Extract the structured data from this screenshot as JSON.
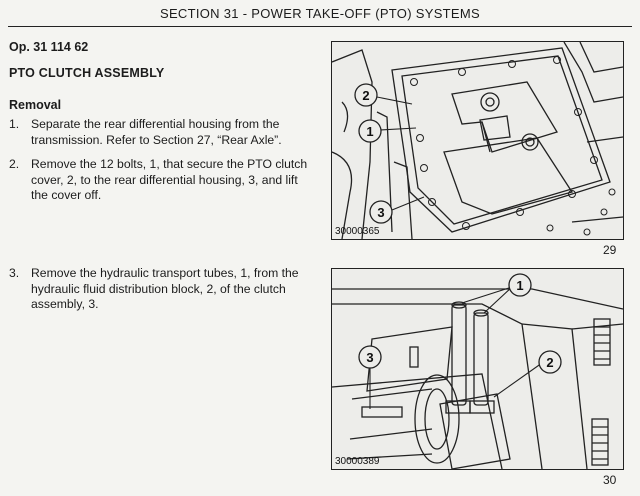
{
  "header": {
    "section": "SECTION 31 - POWER TAKE-OFF (PTO) SYSTEMS"
  },
  "operation": "Op. 31 114 62",
  "title": "PTO CLUTCH ASSEMBLY",
  "subhead": "Removal",
  "steps": [
    {
      "num": "1.",
      "text": "Separate the rear differential housing from the transmission. Refer to Section 27, “Rear Axle”."
    },
    {
      "num": "2.",
      "text": "Remove the 12 bolts, 1, that secure the PTO clutch cover, 2, to the rear differential housing, 3, and lift the cover off."
    },
    {
      "num": "3.",
      "text": "Remove the hydraulic transport tubes, 1, from the hydraulic fluid distribution block, 2, of the clutch assembly, 3."
    }
  ],
  "figures": [
    {
      "code": "30000365",
      "number": "29",
      "callouts": [
        "2",
        "1",
        "3"
      ]
    },
    {
      "code": "30000389",
      "number": "30",
      "callouts": [
        "1",
        "3",
        "2"
      ]
    }
  ]
}
